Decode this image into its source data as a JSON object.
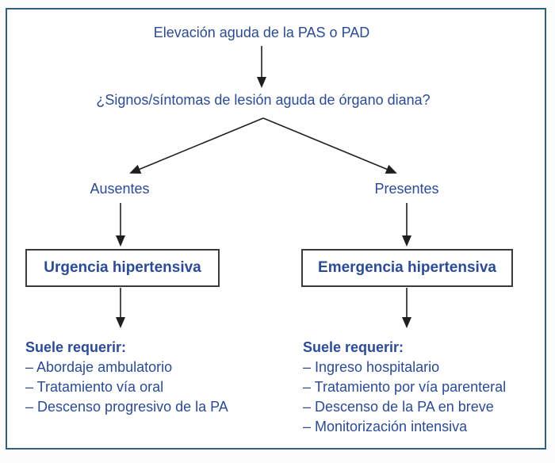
{
  "diagram": {
    "title": "Elevación aguda de la PAS o PAD",
    "question": "¿Signos/síntomas de lesión aguda de órgano diana?",
    "branches": [
      {
        "condition": "Ausentes",
        "box": "Urgencia hipertensiva",
        "list_header": "Suele requerir:",
        "items": [
          "– Abordaje ambulatorio",
          "– Tratamiento vía oral",
          "– Descenso progresivo de la PA"
        ]
      },
      {
        "condition": "Presentes",
        "box": "Emergencia hipertensiva",
        "list_header": "Suele requerir:",
        "items": [
          "– Ingreso hospitalario",
          "– Tratamiento por vía parenteral",
          "– Descenso de la PA en breve",
          "– Monitorización intensiva"
        ]
      }
    ],
    "colors": {
      "text_navy": "#2b4b94",
      "frame_border": "#305f7e",
      "box_border": "#3a3a3a",
      "arrow": "#1f1f1f"
    }
  }
}
